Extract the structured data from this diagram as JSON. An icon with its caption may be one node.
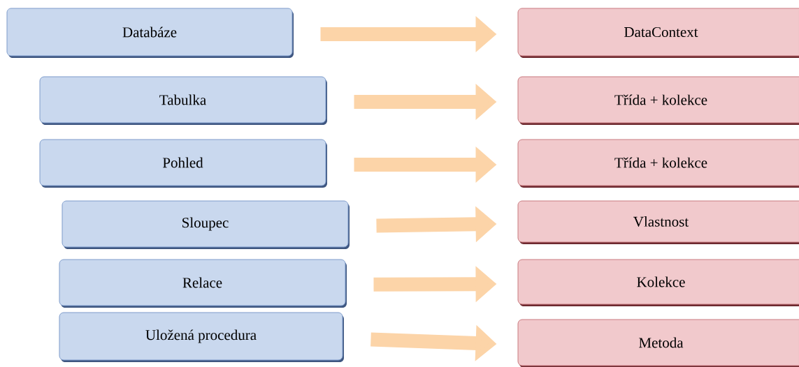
{
  "diagram": {
    "nodes": [
      {
        "text": [
          "Databáze"
        ]
      },
      {
        "text": [
          "DataContext"
        ]
      },
      {
        "text": [
          "Tabulka"
        ]
      },
      {
        "text": [
          "Třída + kolekce"
        ]
      },
      {
        "text": [
          "Pohled"
        ]
      },
      {
        "text": [
          "Třída + kolekce"
        ]
      },
      {
        "text": [
          "Sloupec"
        ]
      },
      {
        "text": [
          "Vlastnost"
        ]
      },
      {
        "text": [
          "Relace"
        ]
      },
      {
        "text": [
          "Kolekce"
        ]
      },
      {
        "text": [
          "Uložená procedura"
        ]
      },
      {
        "text": [
          "Metoda"
        ]
      }
    ],
    "edges": [
      {
        "from": 0,
        "to": 1,
        "arrow": "to"
      },
      {
        "from": 2,
        "to": 3,
        "arrow": "to"
      },
      {
        "from": 4,
        "to": 5,
        "arrow": "to"
      },
      {
        "from": 6,
        "to": 7,
        "arrow": "to"
      },
      {
        "from": 8,
        "to": 9,
        "arrow": "to"
      },
      {
        "from": 10,
        "to": 11,
        "arrow": "to"
      }
    ]
  }
}
